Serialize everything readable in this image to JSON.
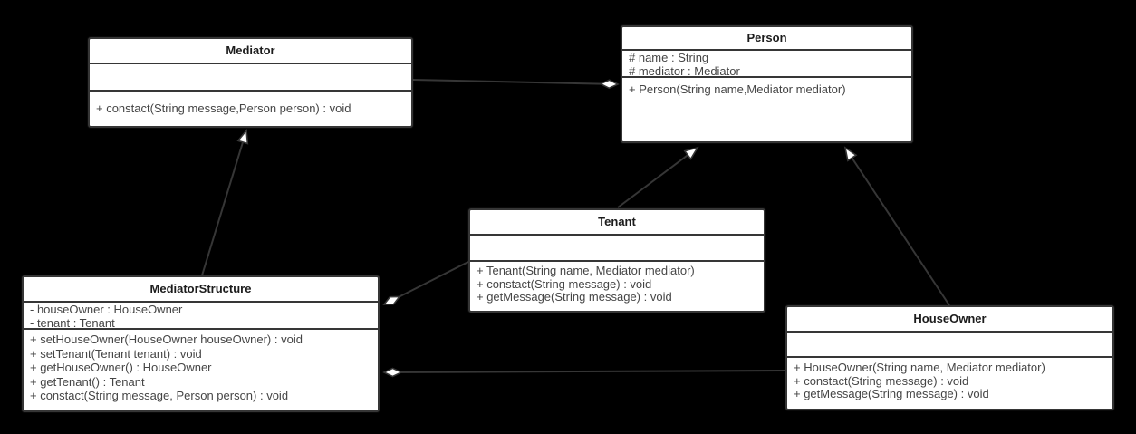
{
  "diagram": {
    "kind": "uml-class-diagram",
    "pattern": "Mediator",
    "colors": {
      "background": "#000000",
      "box_fill": "#ffffff",
      "box_border": "#363636",
      "connector_line": "#363636",
      "title_text": "#1c1c1c",
      "member_text": "#454545",
      "marker_fill": "#ffffff"
    }
  },
  "classes": [
    {
      "name": "Mediator",
      "attributes": [],
      "methods": [
        "+ constact(String message,Person person) : void"
      ]
    },
    {
      "name": "Person",
      "attributes": [
        "# name : String",
        "# mediator : Mediator"
      ],
      "methods": [
        "+ Person(String name,Mediator mediator)"
      ]
    },
    {
      "name": "Tenant",
      "attributes": [],
      "methods": [
        "+ Tenant(String name, Mediator mediator)",
        "+ constact(String message) : void",
        "+ getMessage(String message) : void"
      ]
    },
    {
      "name": "MediatorStructure",
      "attributes": [
        "- houseOwner : HouseOwner",
        "- tenant : Tenant"
      ],
      "methods": [
        "+ setHouseOwner(HouseOwner houseOwner) : void",
        "+ setTenant(Tenant tenant) : void",
        "+ getHouseOwner() : HouseOwner",
        "+ getTenant() : Tenant",
        "+ constact(String message, Person person) : void"
      ]
    },
    {
      "name": "HouseOwner",
      "attributes": [],
      "methods": [
        "+ HouseOwner(String name, Mediator mediator)",
        "+ constact(String message) : void",
        "+ getMessage(String message) : void"
      ]
    }
  ],
  "relationships": [
    {
      "from": "Mediator",
      "to": "Person",
      "type": "aggregation",
      "marker": "hollow-diamond",
      "marker_at": "Person"
    },
    {
      "from": "MediatorStructure",
      "to": "Mediator",
      "type": "generalization",
      "marker": "hollow-triangle",
      "marker_at": "Mediator"
    },
    {
      "from": "Tenant",
      "to": "Person",
      "type": "generalization",
      "marker": "hollow-triangle",
      "marker_at": "Person"
    },
    {
      "from": "HouseOwner",
      "to": "Person",
      "type": "generalization",
      "marker": "hollow-triangle",
      "marker_at": "Person"
    },
    {
      "from": "Tenant",
      "to": "MediatorStructure",
      "type": "aggregation",
      "marker": "hollow-diamond",
      "marker_at": "MediatorStructure"
    },
    {
      "from": "HouseOwner",
      "to": "MediatorStructure",
      "type": "aggregation",
      "marker": "hollow-diamond",
      "marker_at": "MediatorStructure"
    }
  ]
}
